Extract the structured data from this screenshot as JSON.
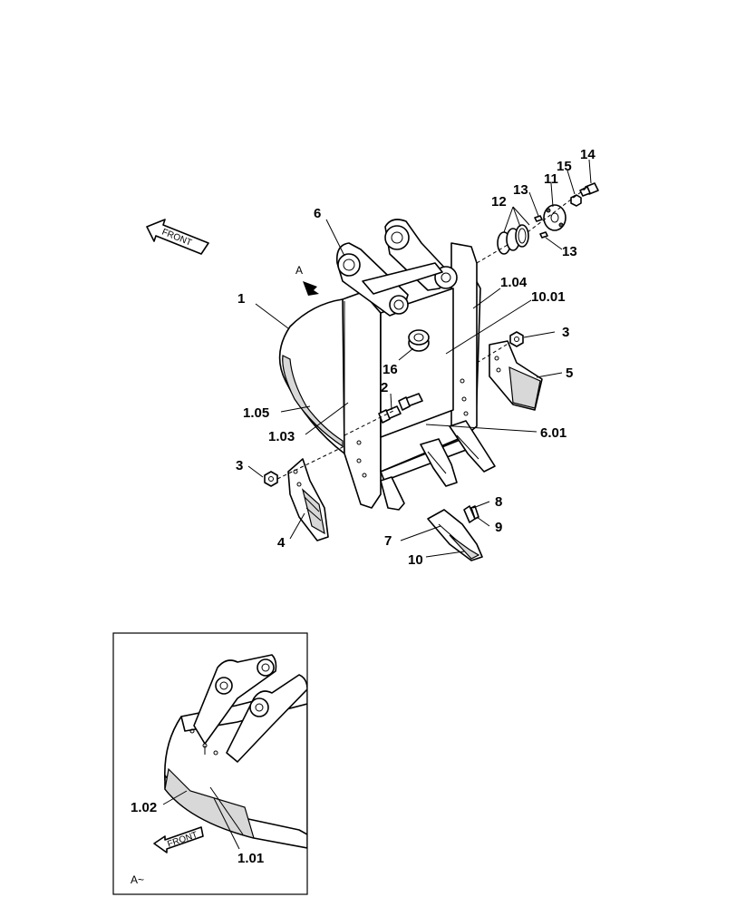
{
  "main_view": {
    "front_arrow_label": "FRONT",
    "view_marker": "A",
    "callouts": {
      "c1": "1",
      "c105": "1.05",
      "c103": "1.03",
      "c104": "1.04",
      "c1001": "10.01",
      "c601": "6.01",
      "c2": "2",
      "c3a": "3",
      "c3b": "3",
      "c4": "4",
      "c5": "5",
      "c6": "6",
      "c7": "7",
      "c8": "8",
      "c9": "9",
      "c10": "10",
      "c11": "11",
      "c12": "12",
      "c13a": "13",
      "c13b": "13",
      "c14": "14",
      "c15": "15",
      "c16": "16"
    }
  },
  "detail_view": {
    "front_arrow_label": "FRONT",
    "caption": "A~",
    "callouts": {
      "c102": "1.02",
      "c101": "1.01"
    }
  }
}
